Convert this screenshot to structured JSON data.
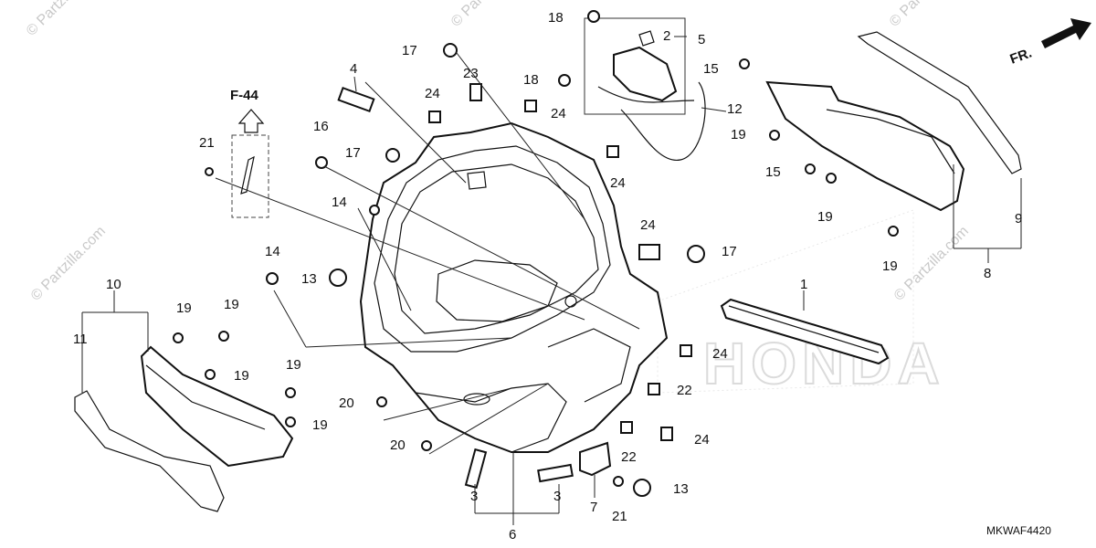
{
  "diagram": {
    "reference_label": "F-44",
    "direction_label": "FR.",
    "drawing_code": "MKWAF4420",
    "watermarks": [
      "© Partzilla",
      "© Partzilla.com",
      "© Partzilla.com",
      "© Partzilla.com",
      "© Partzilla.com"
    ],
    "callouts": {
      "c1": "1",
      "c2": "2",
      "c3a": "3",
      "c3b": "3",
      "c4": "4",
      "c5": "5",
      "c6": "6",
      "c7": "7",
      "c8": "8",
      "c9": "9",
      "c10": "10",
      "c11": "11",
      "c12": "12",
      "c13a": "13",
      "c13b": "13",
      "c14a": "14",
      "c14b": "14",
      "c15a": "15",
      "c15b": "15",
      "c16": "16",
      "c17a": "17",
      "c17b": "17",
      "c17c": "17",
      "c18a": "18",
      "c18b": "18",
      "c19a": "19",
      "c19b": "19",
      "c19c": "19",
      "c19d": "19",
      "c19e": "19",
      "c19f": "19",
      "c19g": "19",
      "c19h": "19",
      "c20a": "20",
      "c20b": "20",
      "c21a": "21",
      "c21b": "21",
      "c22a": "22",
      "c22b": "22",
      "c23": "23",
      "c24a": "24",
      "c24b": "24",
      "c24c": "24",
      "c24d": "24",
      "c24e": "24",
      "c24f": "24"
    }
  }
}
